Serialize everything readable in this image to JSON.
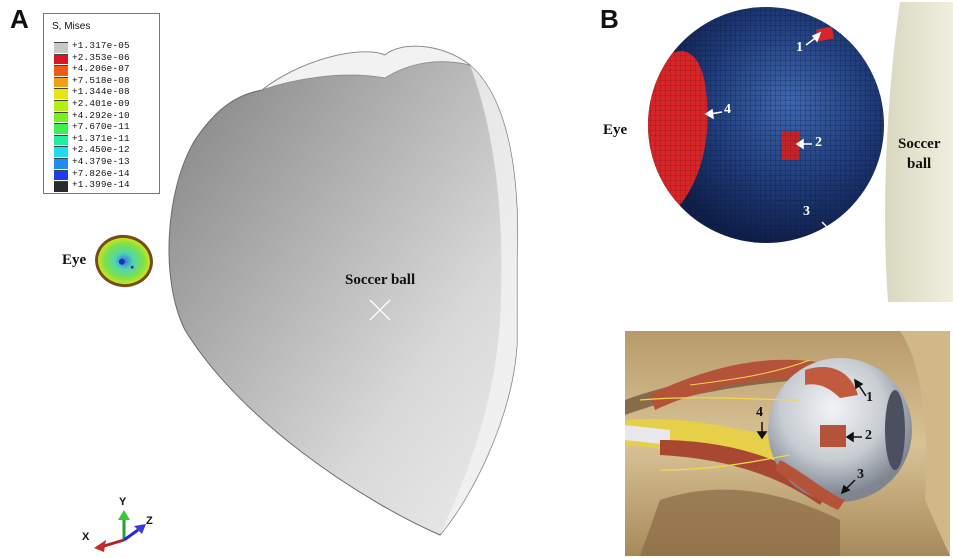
{
  "panel_a": {
    "letter": "A",
    "legend": {
      "title": "S, Mises",
      "entries": [
        {
          "value": "+1.317e-05",
          "color": "#c8c8c8"
        },
        {
          "value": "+2.353e-06",
          "color": "#e0141e"
        },
        {
          "value": "+4.206e-07",
          "color": "#f05a14"
        },
        {
          "value": "+7.518e-08",
          "color": "#f0a014"
        },
        {
          "value": "+1.344e-08",
          "color": "#e6e614"
        },
        {
          "value": "+2.401e-09",
          "color": "#b4f014"
        },
        {
          "value": "+4.292e-10",
          "color": "#78f01e"
        },
        {
          "value": "+7.670e-11",
          "color": "#3cf050"
        },
        {
          "value": "+1.371e-11",
          "color": "#1ef0a0"
        },
        {
          "value": "+2.450e-12",
          "color": "#1edcf0"
        },
        {
          "value": "+4.379e-13",
          "color": "#1e8cf0"
        },
        {
          "value": "+7.826e-14",
          "color": "#1e3cf0"
        },
        {
          "value": "+1.399e-14",
          "color": "#2a2a2a"
        }
      ]
    },
    "eye_label": "Eye",
    "ball_label": "Soccer ball",
    "axes": {
      "x": "X",
      "y": "Y",
      "z": "Z"
    }
  },
  "panel_b": {
    "letter": "B",
    "eye_label": "Eye",
    "ball_label_line1": "Soccer",
    "ball_label_line2": "ball",
    "mesh_markers": [
      "1",
      "2",
      "3",
      "4"
    ],
    "anatomy_markers": [
      "1",
      "2",
      "3",
      "4"
    ]
  }
}
